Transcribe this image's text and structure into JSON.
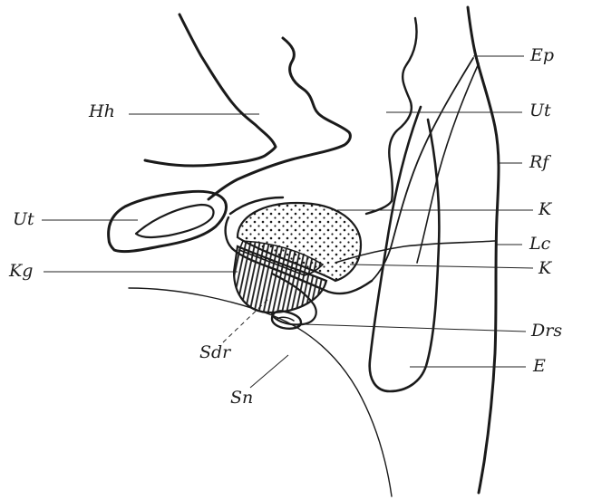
{
  "labels": {
    "ep": "Ep",
    "hh": "Hh",
    "ut_right": "Ut",
    "rf": "Rf",
    "ut_left": "Ut",
    "k_upper": "K",
    "lc": "Lc",
    "kg": "Kg",
    "k_lower": "K",
    "drs": "Drs",
    "e": "E",
    "sdr": "Sdr",
    "sn": "Sn"
  },
  "colors": {
    "ink": "#1a1a1a",
    "background": "#ffffff"
  }
}
